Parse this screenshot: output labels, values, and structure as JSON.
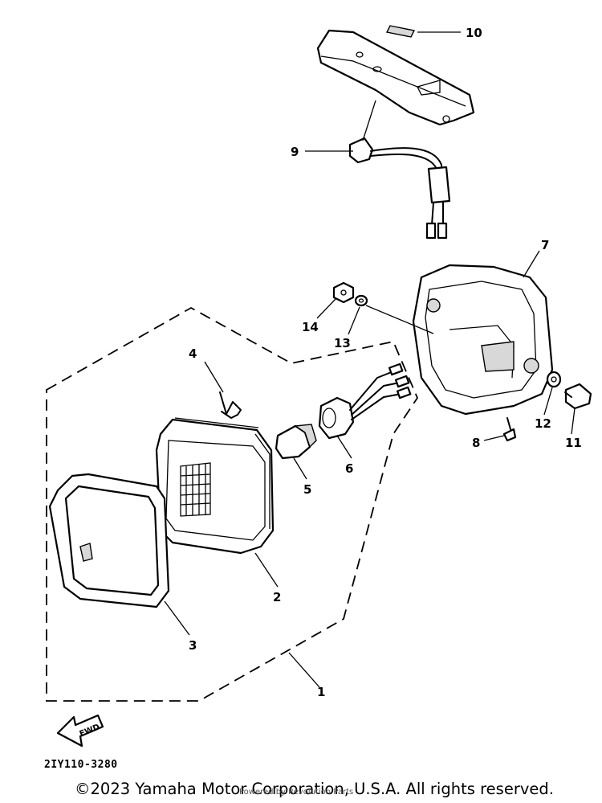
{
  "diagram": {
    "callouts": [
      "1",
      "2",
      "3",
      "4",
      "5",
      "6",
      "7",
      "8",
      "9",
      "10",
      "11",
      "12",
      "13",
      "14"
    ],
    "fwd_arrow_label": "FWD",
    "reference_code": "2IY110-3280"
  },
  "footer": {
    "copyright": "©2023 Yamaha Motor Corporation, U.S.A. All rights reserved.",
    "watermark": "Powered by Revolution Parts"
  }
}
